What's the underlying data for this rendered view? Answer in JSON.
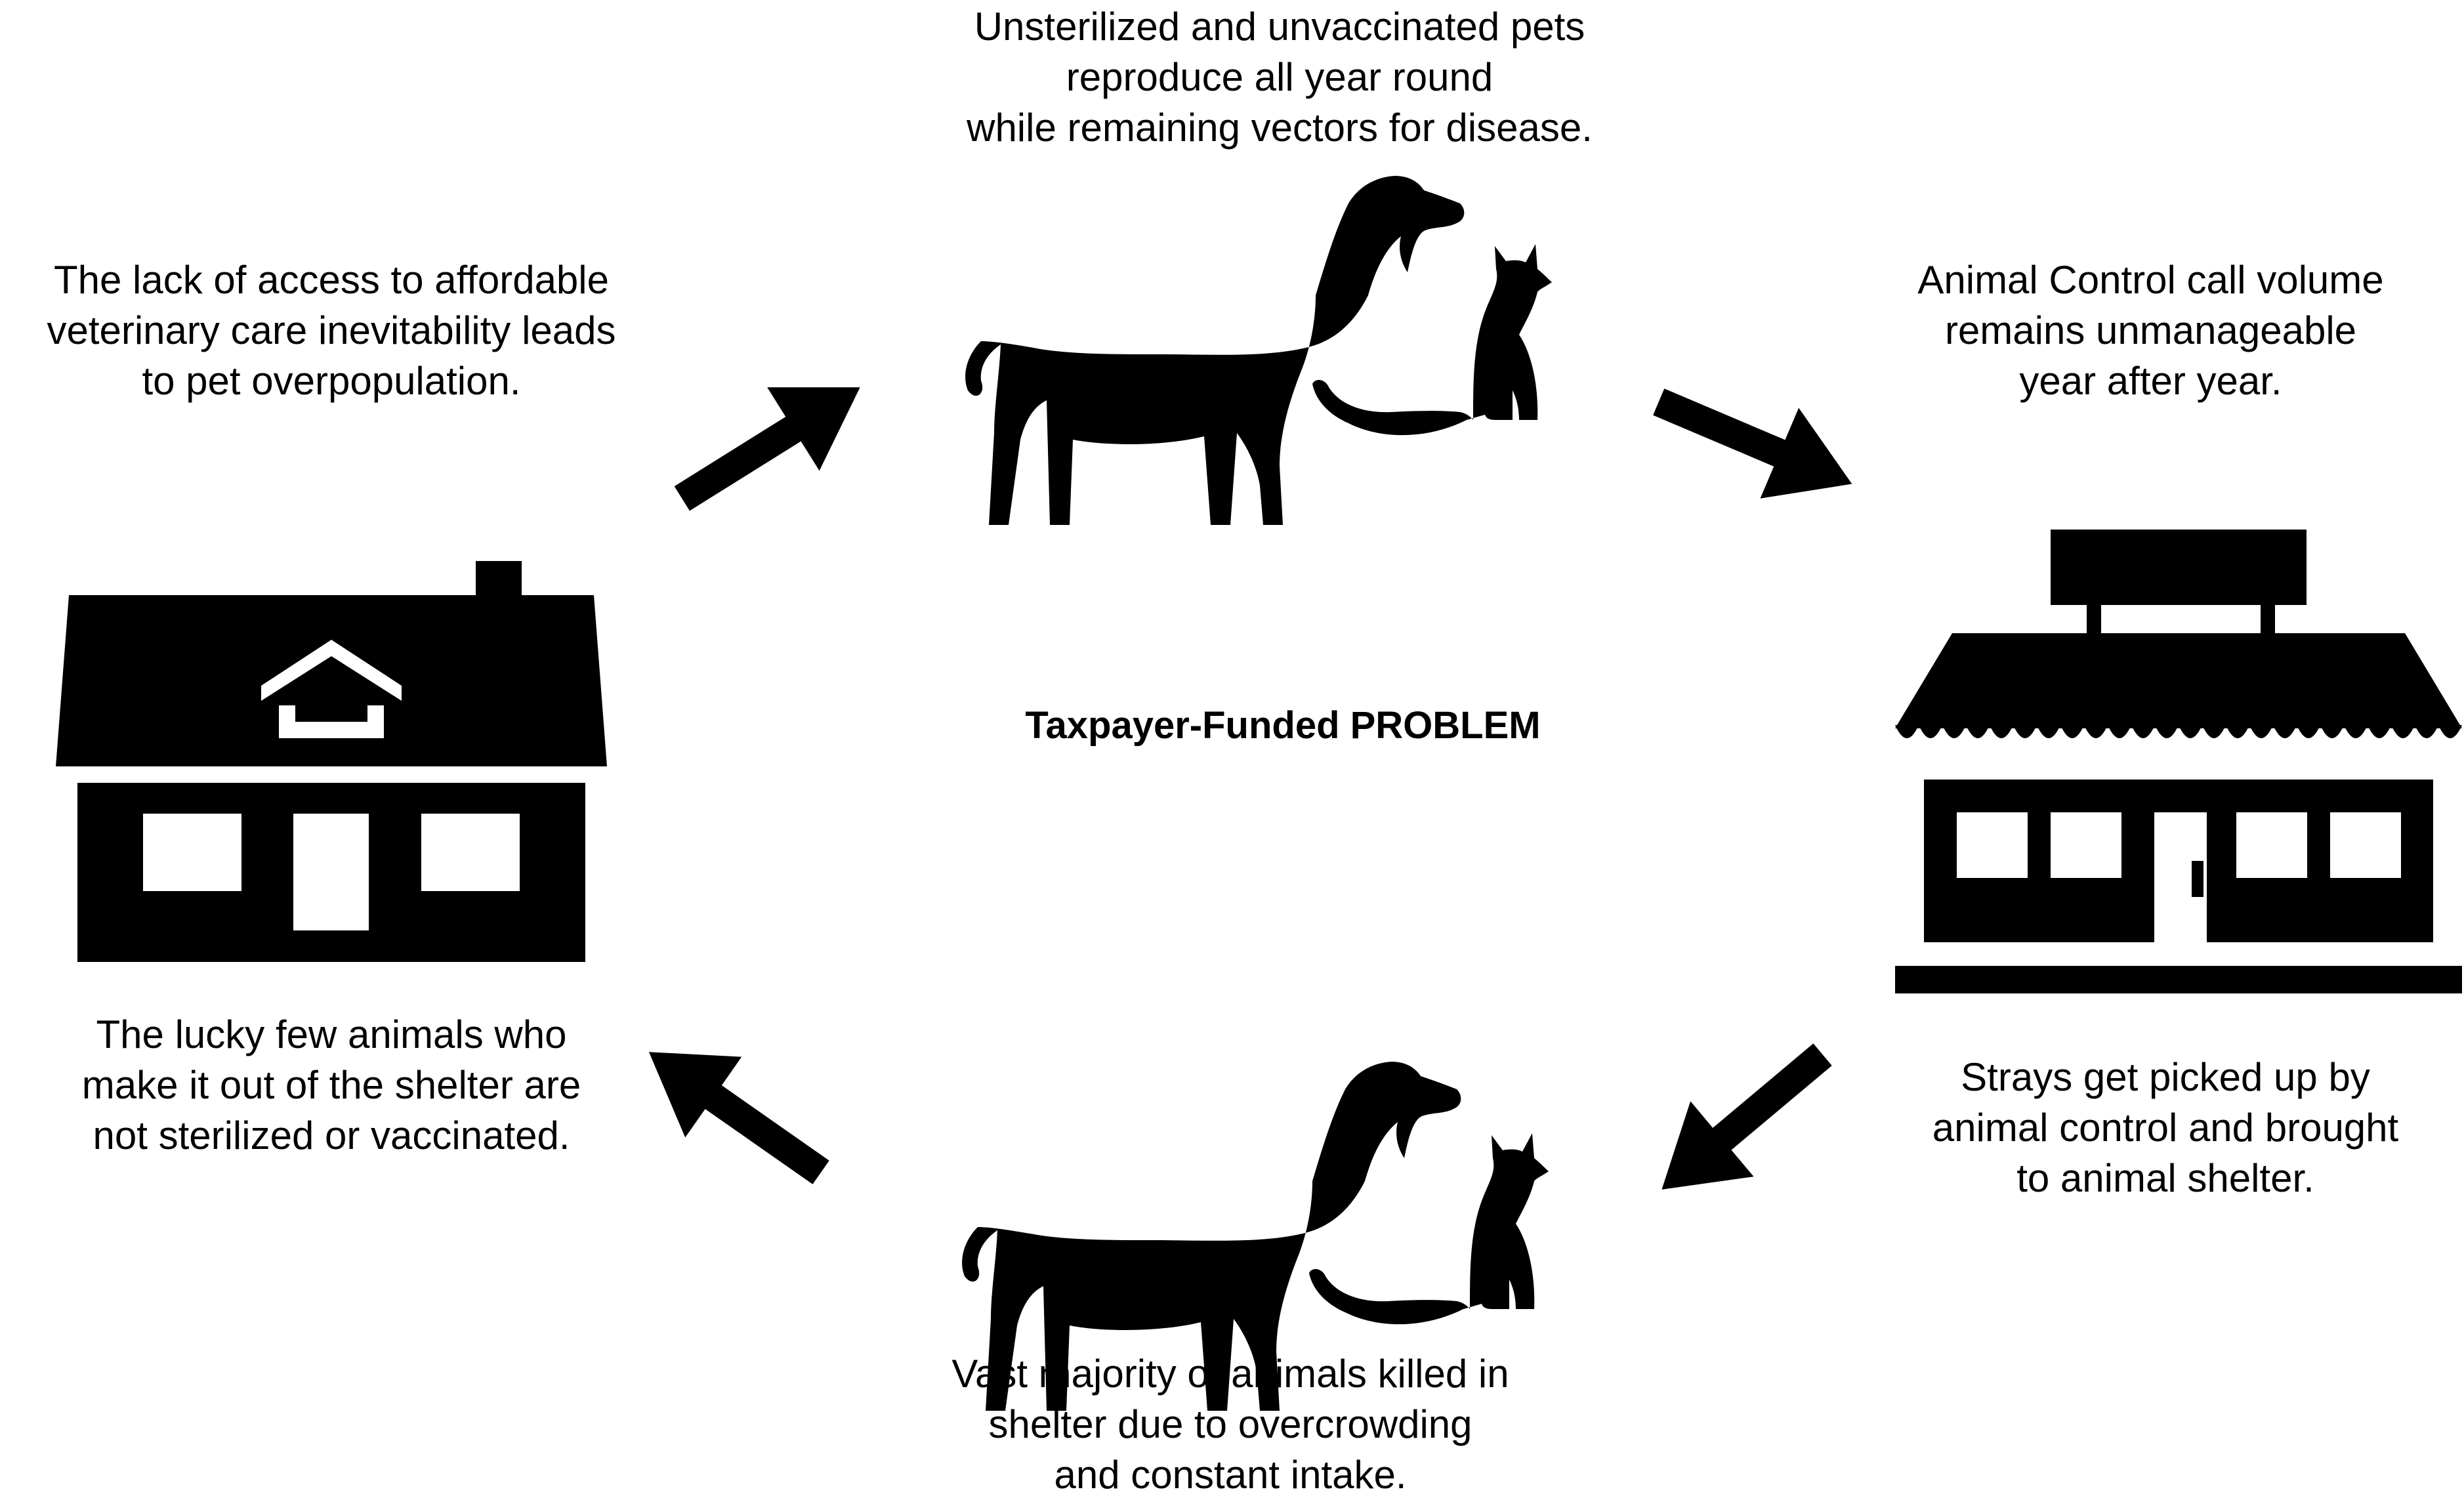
{
  "center_title": "Taxpayer-Funded PROBLEM",
  "captions": {
    "top": "Unsterilized and unvaccinated pets\nreproduce all year round\nwhile remaining vectors for disease.",
    "left_top": "The lack of access to affordable\nveterinary care inevitability leads\nto pet overpopulation.",
    "right_top": "Animal Control call volume\nremains unmanageable\nyear after year.",
    "right_bottom": "Strays get picked up by\nanimal control and brought\nto animal shelter.",
    "bottom": "Vast majority of animals killed in\nshelter due to overcrowding\nand constant intake.",
    "left_bottom": "The lucky few animals who\nmake it out of the shelter are\nnot sterilized or vaccinated."
  },
  "icons": [
    "house-icon",
    "dog-icon",
    "cat-icon",
    "storefront-shelter-icon",
    "arrow-icon"
  ],
  "colors": {
    "ink": "#000000",
    "background": "#ffffff"
  }
}
